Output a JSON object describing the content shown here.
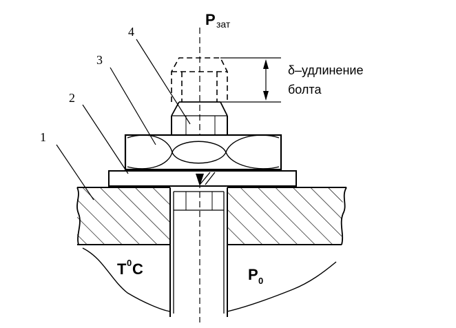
{
  "figure": {
    "force_label_main": "P",
    "force_label_sub": "зат",
    "annotation_line1": "δ–удлинение",
    "annotation_line2": "болта",
    "temperature_main": "T",
    "temperature_sup": "0",
    "temperature_unit": "C",
    "pressure_main": "P",
    "pressure_sub": "0",
    "callouts": [
      "1",
      "2",
      "3",
      "4"
    ]
  }
}
